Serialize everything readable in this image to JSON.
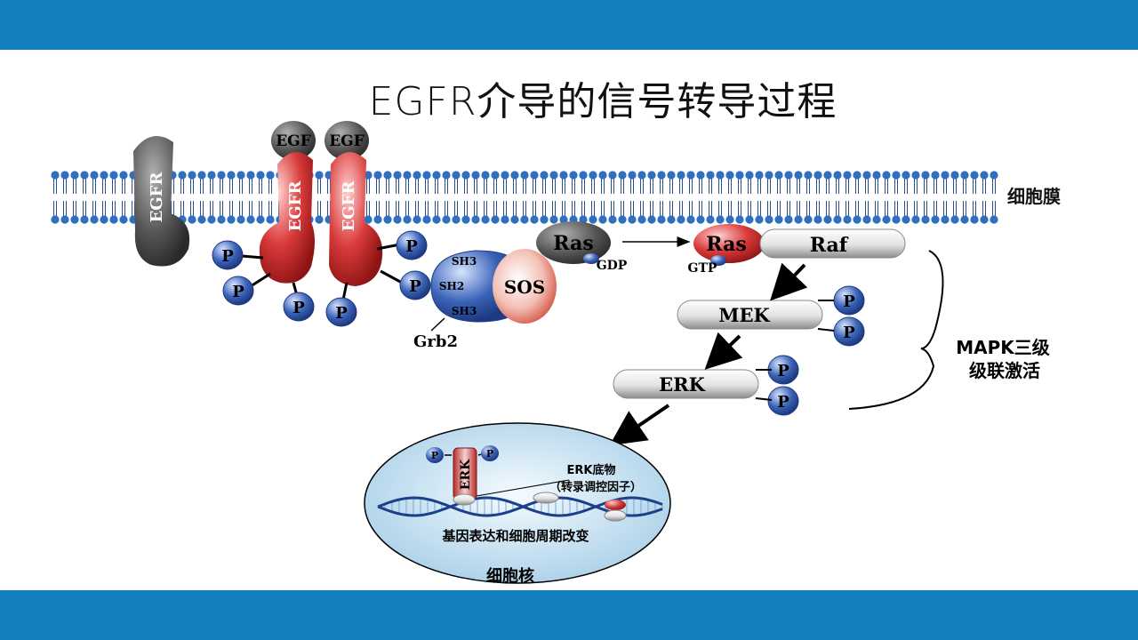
{
  "title": "EGFR介导的信号转导过程",
  "labels": {
    "membrane": "细胞膜",
    "egfr": "EGFR",
    "egf": "EGF",
    "p": "P",
    "sh3": "SH3",
    "sh2": "SH2",
    "grb2": "Grb2",
    "sos": "SOS",
    "ras": "Ras",
    "gdp": "GDP",
    "gtp": "GTP",
    "raf": "Raf",
    "mek": "MEK",
    "erk": "ERK",
    "mapk_line1": "MAPK三级",
    "mapk_line2": "级联激活",
    "substrate_line1": "ERK底物",
    "substrate_line2": "（转录调控因子）",
    "gene": "基因表达和细胞周期改变",
    "nucleus": "细胞核"
  },
  "colors": {
    "bar": "#1580be",
    "receptor_gray": "#555555",
    "receptor_red": "#d23a3a",
    "phosphate": "#3b63b8",
    "lipid_head": "#2f6fc0",
    "nucleus": "#c9e2f2"
  }
}
